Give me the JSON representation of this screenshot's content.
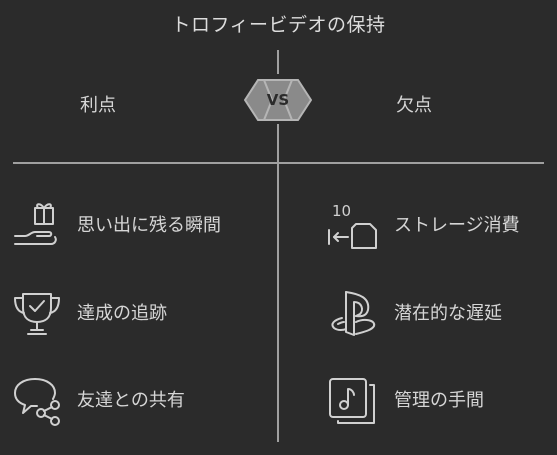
{
  "title": "トロフィービデオの保持",
  "pros": {
    "header": "利点",
    "items": [
      {
        "label": "思い出に残る瞬間",
        "icon": "gift-hand-icon"
      },
      {
        "label": "達成の追跡",
        "icon": "trophy-check-icon"
      },
      {
        "label": "友達との共有",
        "icon": "chat-share-icon"
      }
    ]
  },
  "cons": {
    "header": "欠点",
    "items": [
      {
        "label": "ストレージ消費",
        "icon": "storage-10-icon"
      },
      {
        "label": "潜在的な遅延",
        "icon": "playstation-logo-icon"
      },
      {
        "label": "管理の手間",
        "icon": "music-file-icon"
      }
    ]
  },
  "vs_label": "VS",
  "colors": {
    "background": "#2b2b2b",
    "line": "#a0a0a0",
    "badge": "#8a8a8a",
    "text": "#d6d6d6"
  }
}
